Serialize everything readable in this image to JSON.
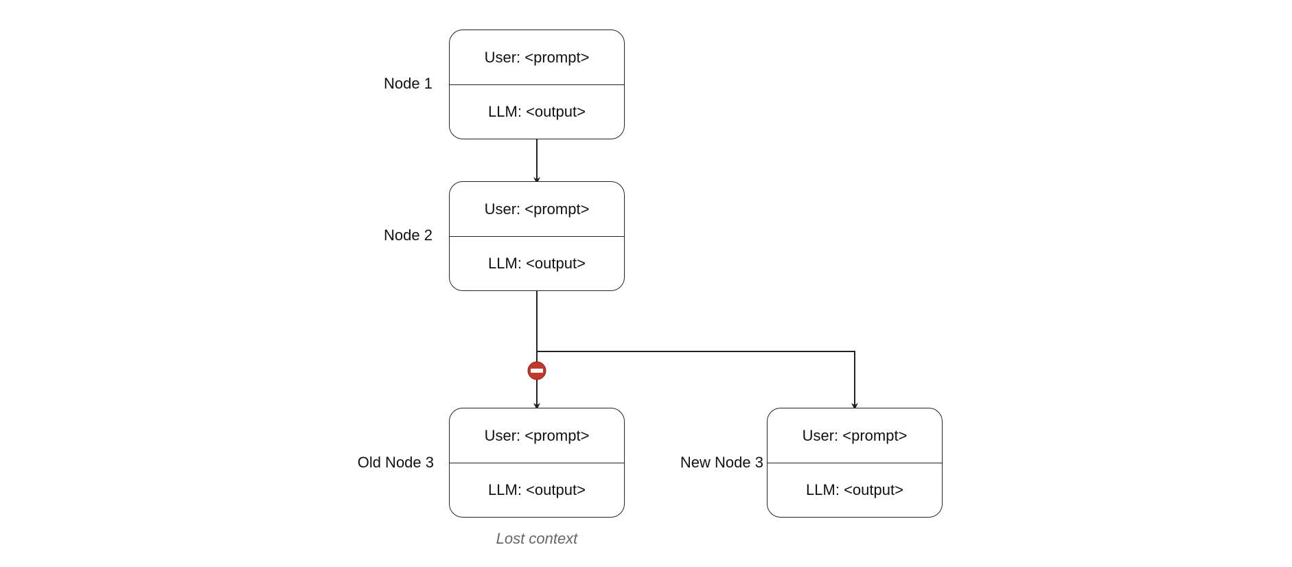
{
  "diagram": {
    "nodes": [
      {
        "id": "node-1",
        "label": "Node 1",
        "user_text": "User: <prompt>",
        "llm_text": "LLM: <output>"
      },
      {
        "id": "node-2",
        "label": "Node 2",
        "user_text": "User: <prompt>",
        "llm_text": "LLM: <output>"
      },
      {
        "id": "old-node-3",
        "label": "Old Node 3",
        "user_text": "User: <prompt>",
        "llm_text": "LLM: <output>"
      },
      {
        "id": "new-node-3",
        "label": "New Node 3",
        "user_text": "User: <prompt>",
        "llm_text": "LLM: <output>"
      }
    ],
    "lost_context_caption": "Lost context",
    "colors": {
      "stroke": "#222222",
      "blocked_marker": "#c0392b",
      "caption": "#666666"
    },
    "edges": [
      {
        "from": "node-1",
        "to": "node-2",
        "blocked": false
      },
      {
        "from": "node-2",
        "to": "old-node-3",
        "blocked": true
      },
      {
        "from": "node-2",
        "to": "new-node-3",
        "blocked": false
      }
    ]
  }
}
